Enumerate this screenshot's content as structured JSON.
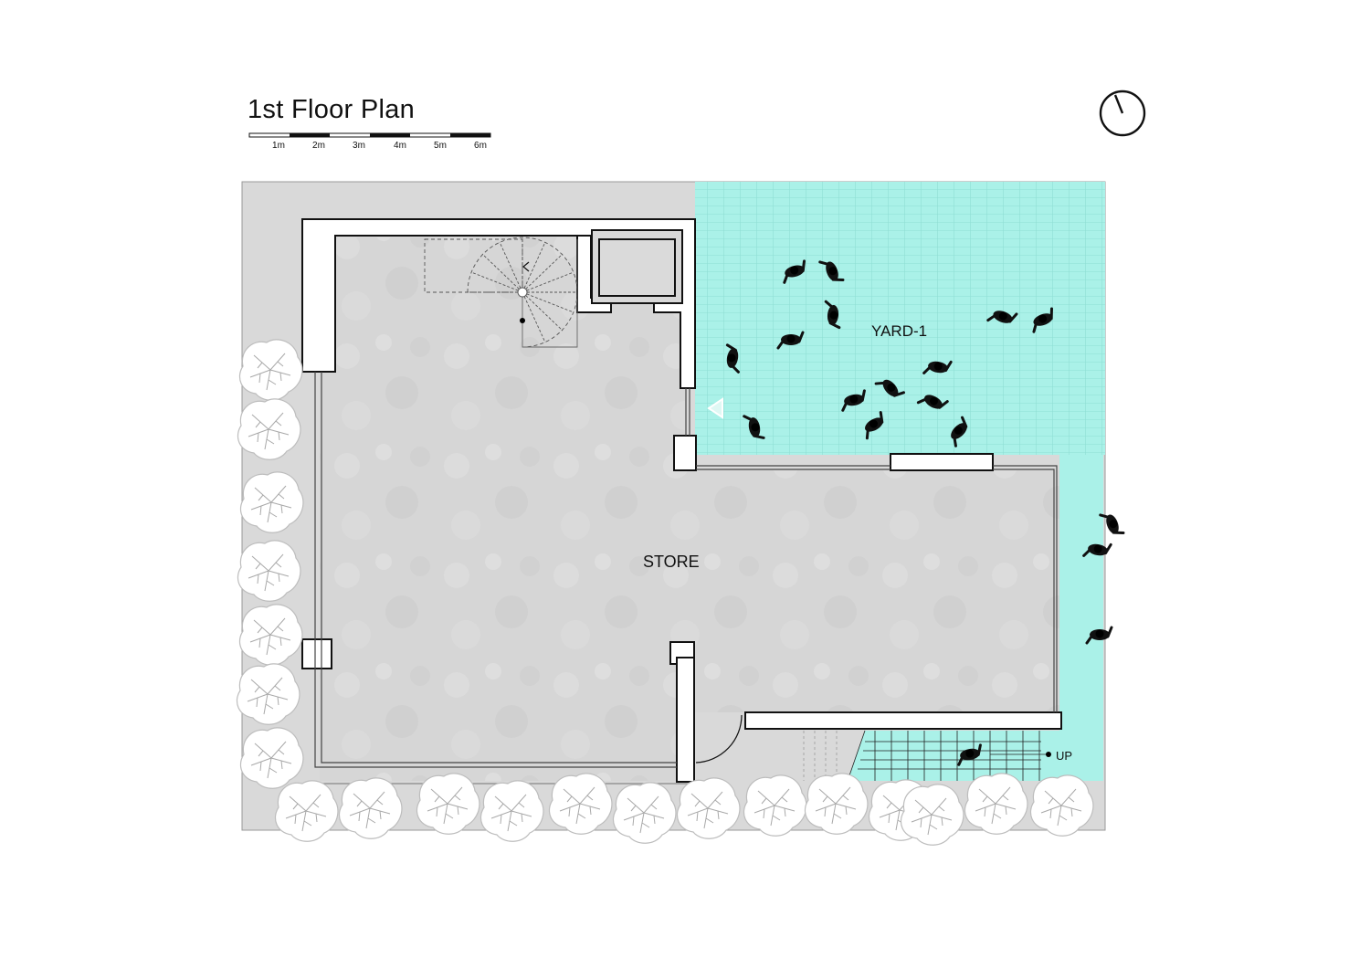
{
  "title": "1st Floor Plan",
  "scale_bar": {
    "labels": [
      "1m",
      "2m",
      "3m",
      "4m",
      "5m",
      "6m"
    ]
  },
  "rooms": {
    "yard": "YARD-1",
    "store": "STORE"
  },
  "stair_label": "UP",
  "colors": {
    "yard": "#aaf1e8",
    "floor": "#d5d5d5",
    "site": "#d9d9d9",
    "wall": "#ffffff",
    "line": "#111111"
  },
  "icons": [
    "north-arrow-icon",
    "spiral-stair-icon",
    "entry-arrow-icon",
    "person-icon",
    "tree-icon"
  ]
}
